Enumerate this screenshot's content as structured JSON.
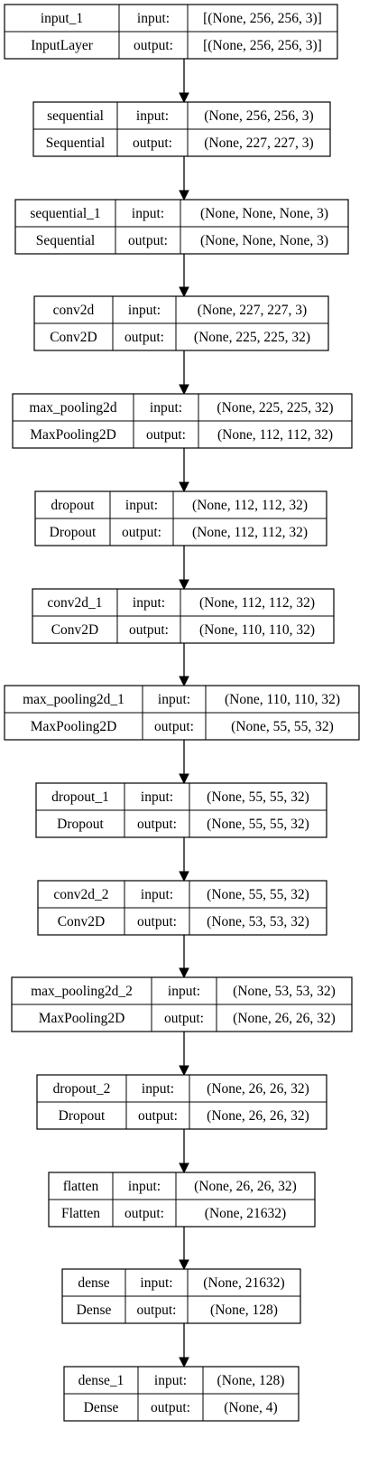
{
  "input_label": "input:",
  "output_label": "output:",
  "layers": [
    {
      "name": "input_1",
      "type": "InputLayer",
      "input": "[(None, 256, 256, 3)]",
      "output": "[(None, 256, 256, 3)]"
    },
    {
      "name": "sequential",
      "type": "Sequential",
      "input": "(None, 256, 256, 3)",
      "output": "(None, 227, 227, 3)"
    },
    {
      "name": "sequential_1",
      "type": "Sequential",
      "input": "(None, None, None, 3)",
      "output": "(None, None, None, 3)"
    },
    {
      "name": "conv2d",
      "type": "Conv2D",
      "input": "(None, 227, 227, 3)",
      "output": "(None, 225, 225, 32)"
    },
    {
      "name": "max_pooling2d",
      "type": "MaxPooling2D",
      "input": "(None, 225, 225, 32)",
      "output": "(None, 112, 112, 32)"
    },
    {
      "name": "dropout",
      "type": "Dropout",
      "input": "(None, 112, 112, 32)",
      "output": "(None, 112, 112, 32)"
    },
    {
      "name": "conv2d_1",
      "type": "Conv2D",
      "input": "(None, 112, 112, 32)",
      "output": "(None, 110, 110, 32)"
    },
    {
      "name": "max_pooling2d_1",
      "type": "MaxPooling2D",
      "input": "(None, 110, 110, 32)",
      "output": "(None, 55, 55, 32)"
    },
    {
      "name": "dropout_1",
      "type": "Dropout",
      "input": "(None, 55, 55, 32)",
      "output": "(None, 55, 55, 32)"
    },
    {
      "name": "conv2d_2",
      "type": "Conv2D",
      "input": "(None, 55, 55, 32)",
      "output": "(None, 53, 53, 32)"
    },
    {
      "name": "max_pooling2d_2",
      "type": "MaxPooling2D",
      "input": "(None, 53, 53, 32)",
      "output": "(None, 26, 26, 32)"
    },
    {
      "name": "dropout_2",
      "type": "Dropout",
      "input": "(None, 26, 26, 32)",
      "output": "(None, 26, 26, 32)"
    },
    {
      "name": "flatten",
      "type": "Flatten",
      "input": "(None, 26, 26, 32)",
      "output": "(None, 21632)"
    },
    {
      "name": "dense",
      "type": "Dense",
      "input": "(None, 21632)",
      "output": "(None, 128)"
    },
    {
      "name": "dense_1",
      "type": "Dense",
      "input": "(None, 128)",
      "output": "(None, 4)"
    }
  ]
}
